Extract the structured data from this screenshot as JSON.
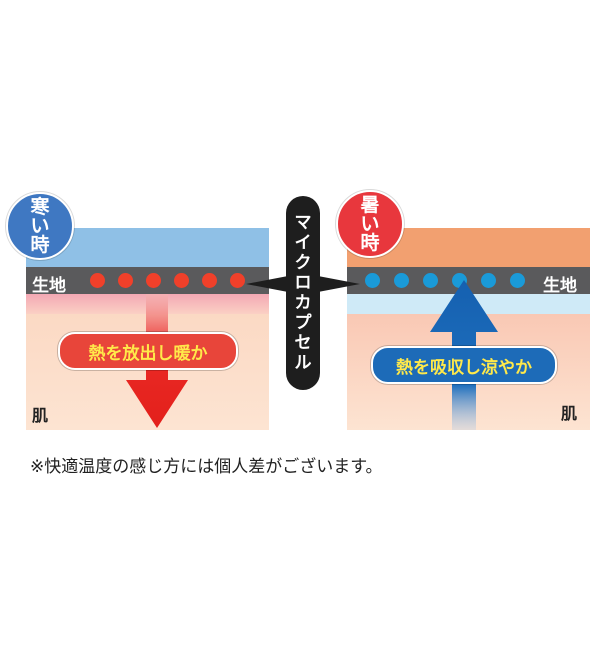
{
  "colors": {
    "cold_badge": "#3f78c2",
    "hot_badge": "#e8373d",
    "cold_air": "#8fc0e6",
    "hot_air": "#f2a070",
    "fabric": "#5a5a5c",
    "red_dot": "#f0402a",
    "blue_dot": "#1a9ad8",
    "skin": "#fbd9c4",
    "capsule_label_bg": "#1e1e1e",
    "warm_pill": "#e8453a",
    "cool_pill": "#1d6bb8",
    "pill_text": "#ffe94a"
  },
  "left_panel": {
    "badge": "寒い時",
    "fabric_label": "生地",
    "dots": 6,
    "pill": "熱を放出し暖か",
    "skin_label": "肌",
    "arrow_direction": "down"
  },
  "right_panel": {
    "badge": "暑い時",
    "fabric_label": "生地",
    "dots": 6,
    "pill": "熱を吸収し涼やか",
    "skin_label": "肌",
    "arrow_direction": "up"
  },
  "center_label": "マイクロカプセル",
  "footnote": "※快適温度の感じ方には個人差がございます。"
}
